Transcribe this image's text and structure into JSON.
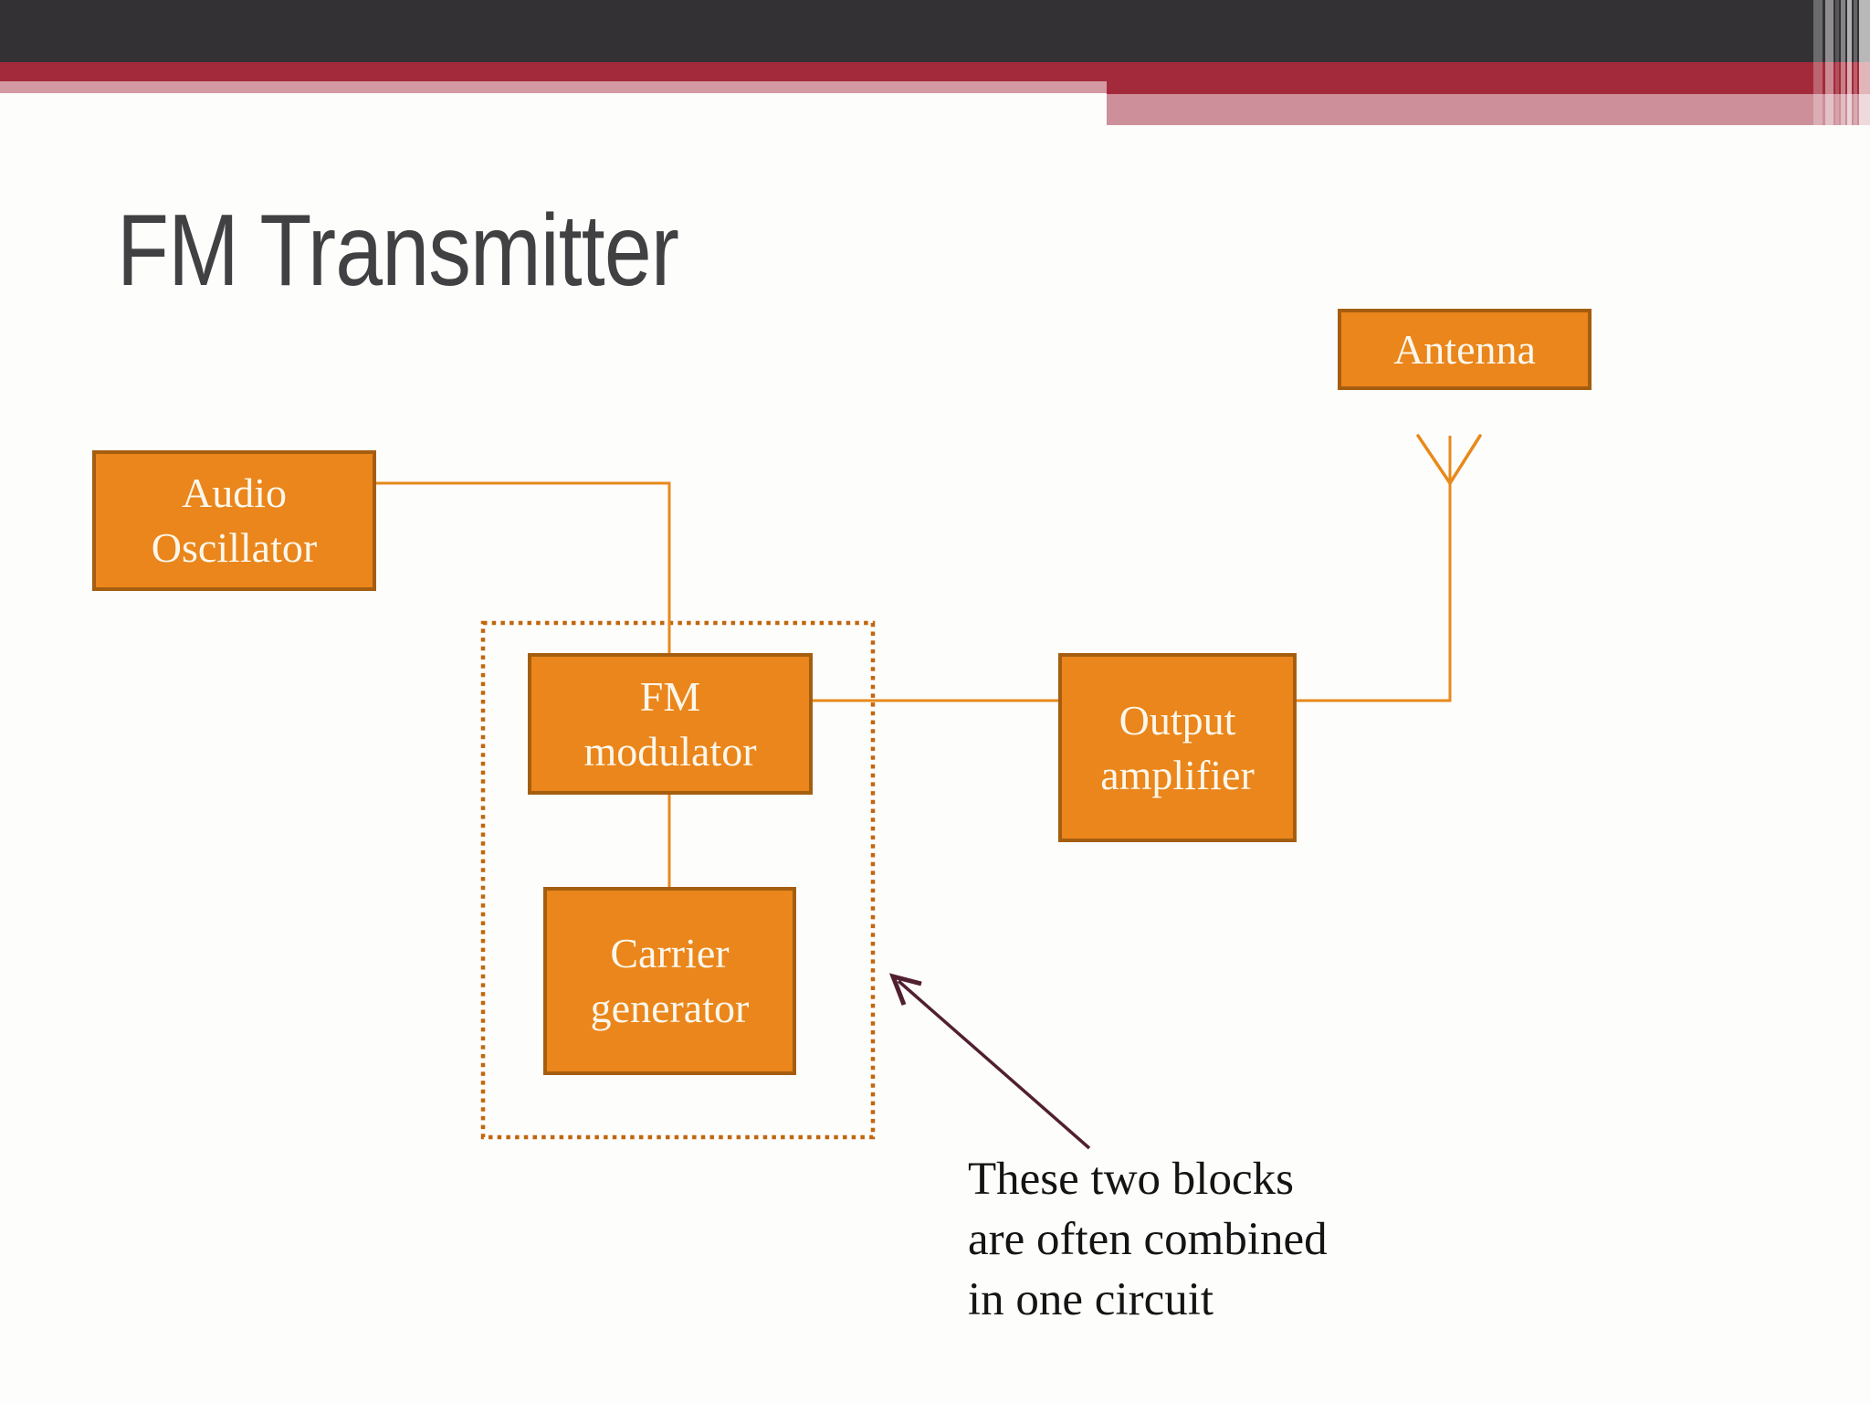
{
  "title": "FM Transmitter",
  "blocks": {
    "antenna": {
      "label": "Antenna"
    },
    "audio_oscillator": {
      "label": "Audio\nOscillator"
    },
    "fm_modulator": {
      "label": "FM\nmodulator"
    },
    "output_amplifier": {
      "label": "Output\namplifier"
    },
    "carrier_generator": {
      "label": "Carrier\ngenerator"
    }
  },
  "annotation": {
    "text": "These two blocks\nare often combined\nin one circuit"
  },
  "colors": {
    "block_fill": "#EA861B",
    "block_border": "#A55E10",
    "block_text": "#FCF7EC",
    "connector": "#E8891B",
    "dotted_border": "#C2660E",
    "arrow": "#511F30",
    "banner_dark": "#333134",
    "banner_red": "#A32A3A",
    "banner_pink": "#CD8F99",
    "title_text": "#414042",
    "annotation_text": "#141414"
  }
}
